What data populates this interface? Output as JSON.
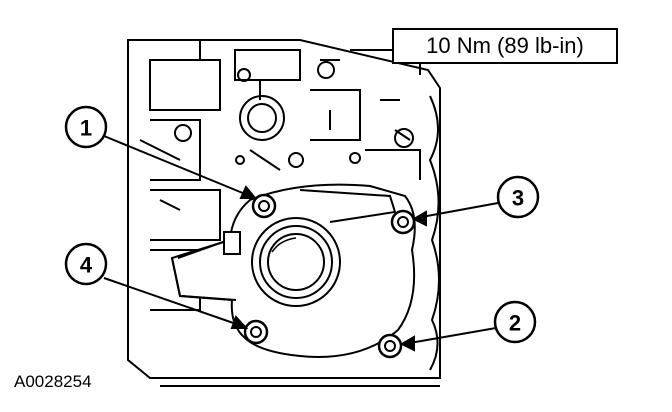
{
  "torque_spec": "10 Nm (89 lb-in)",
  "figure_id": "A0028254",
  "callouts": [
    "1",
    "2",
    "3",
    "4"
  ]
}
